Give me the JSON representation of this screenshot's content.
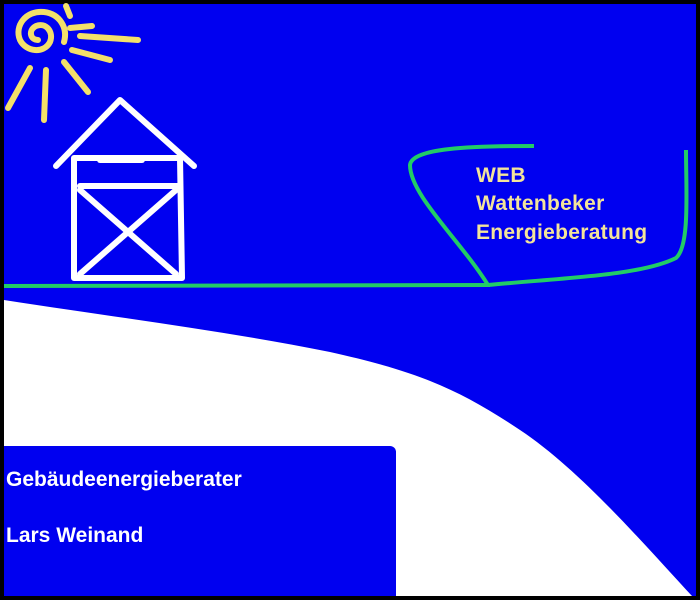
{
  "brand": {
    "abbr": "WEB",
    "line1": "Wattenbeker",
    "line2": "Energieberatung"
  },
  "card": {
    "title": "Gebäudeenergieberater",
    "name": "Lars Weinand"
  },
  "colors": {
    "background": "#0000f0",
    "line": "#22cc66",
    "sun": "#f3e06a",
    "text_brand": "#f3e49a"
  }
}
